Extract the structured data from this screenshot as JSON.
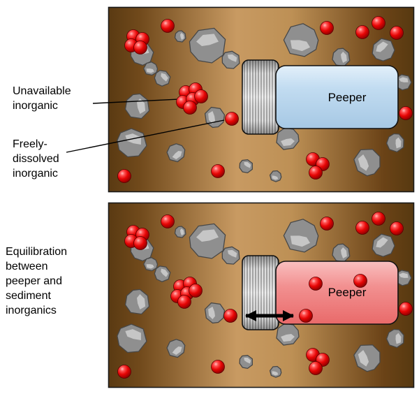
{
  "labels": {
    "unavailable": "Unavailable\ninorganic",
    "freely_dissolved": "Freely-\ndissolved\ninorganic",
    "equilibration": "Equilibration\nbetween\npeeper and\nsediment\ninorganics"
  },
  "colors": {
    "background": "#ffffff",
    "panel_border": "#1a1a1a",
    "sediment_dark": "#5a3a12",
    "sediment_light": "#c89a62",
    "rock_mid": "#8f8f8f",
    "rock_light": "#c6c6c6",
    "rock_edge": "#474747",
    "ball_red": "#e60505",
    "ball_dark": "#860000",
    "peeper_body_blue": "#b9d7ee",
    "peeper_body_red": "#f08080",
    "cap_gray": "#ececec",
    "line_black": "#000000"
  },
  "panels": [
    {
      "id": "top",
      "peeper": {
        "label": "Peeper",
        "style": "blue"
      },
      "rocks": [
        [
          297,
          66,
          1.6,
          0
        ],
        [
          330,
          86,
          0.8,
          40
        ],
        [
          203,
          78,
          1.0,
          10
        ],
        [
          216,
          98,
          0.6,
          200
        ],
        [
          232,
          112,
          0.7,
          60
        ],
        [
          196,
          152,
          1.1,
          90
        ],
        [
          188,
          205,
          1.3,
          30
        ],
        [
          252,
          218,
          0.8,
          150
        ],
        [
          308,
          168,
          0.9,
          270
        ],
        [
          258,
          52,
          0.5,
          90
        ],
        [
          432,
          57,
          1.5,
          200
        ],
        [
          488,
          82,
          0.8,
          90
        ],
        [
          549,
          72,
          1.0,
          330
        ],
        [
          577,
          118,
          0.7,
          20
        ],
        [
          412,
          198,
          1.0,
          180
        ],
        [
          527,
          232,
          1.2,
          260
        ],
        [
          566,
          204,
          0.8,
          100
        ],
        [
          352,
          238,
          0.6,
          45
        ],
        [
          395,
          252,
          0.5,
          210
        ]
      ],
      "balls": [
        [
          240,
          37
        ],
        [
          191,
          52
        ],
        [
          204,
          56
        ],
        [
          188,
          65
        ],
        [
          201,
          68
        ],
        [
          266,
          132
        ],
        [
          280,
          128
        ],
        [
          262,
          146
        ],
        [
          276,
          142
        ],
        [
          288,
          138
        ],
        [
          272,
          154
        ],
        [
          332,
          170
        ],
        [
          468,
          40
        ],
        [
          519,
          46
        ],
        [
          542,
          33
        ],
        [
          568,
          47
        ],
        [
          581,
          162
        ],
        [
          312,
          245
        ],
        [
          448,
          228
        ],
        [
          462,
          235
        ],
        [
          452,
          247
        ],
        [
          178,
          252
        ]
      ],
      "pointer_lines": [
        [
          133,
          148,
          256,
          142
        ],
        [
          95,
          218,
          321,
          172
        ]
      ]
    },
    {
      "id": "bottom",
      "peeper": {
        "label": "Peeper",
        "style": "red"
      },
      "rocks": [
        [
          297,
          346,
          1.6,
          0
        ],
        [
          330,
          366,
          0.8,
          40
        ],
        [
          203,
          358,
          1.0,
          10
        ],
        [
          216,
          378,
          0.6,
          200
        ],
        [
          232,
          392,
          0.7,
          60
        ],
        [
          196,
          432,
          1.1,
          90
        ],
        [
          188,
          485,
          1.3,
          30
        ],
        [
          252,
          498,
          0.8,
          150
        ],
        [
          308,
          448,
          0.9,
          270
        ],
        [
          258,
          332,
          0.5,
          90
        ],
        [
          432,
          337,
          1.5,
          200
        ],
        [
          488,
          362,
          0.8,
          90
        ],
        [
          549,
          352,
          1.0,
          330
        ],
        [
          577,
          398,
          0.7,
          20
        ],
        [
          412,
          478,
          1.0,
          180
        ],
        [
          527,
          512,
          1.2,
          260
        ],
        [
          566,
          484,
          0.8,
          100
        ],
        [
          352,
          518,
          0.6,
          45
        ],
        [
          395,
          532,
          0.5,
          210
        ]
      ],
      "balls": [
        [
          240,
          317
        ],
        [
          191,
          332
        ],
        [
          204,
          336
        ],
        [
          188,
          345
        ],
        [
          201,
          348
        ],
        [
          258,
          410
        ],
        [
          272,
          406
        ],
        [
          254,
          424
        ],
        [
          268,
          420
        ],
        [
          280,
          416
        ],
        [
          264,
          432
        ],
        [
          330,
          452
        ],
        [
          468,
          320
        ],
        [
          519,
          326
        ],
        [
          542,
          313
        ],
        [
          568,
          327
        ],
        [
          581,
          442
        ],
        [
          312,
          525
        ],
        [
          448,
          508
        ],
        [
          462,
          515
        ],
        [
          452,
          527
        ],
        [
          178,
          532
        ]
      ],
      "balls_inside": [
        [
          452,
          406
        ],
        [
          516,
          402
        ],
        [
          438,
          452
        ]
      ],
      "arrow": [
        352,
        452,
        420,
        452
      ]
    }
  ]
}
